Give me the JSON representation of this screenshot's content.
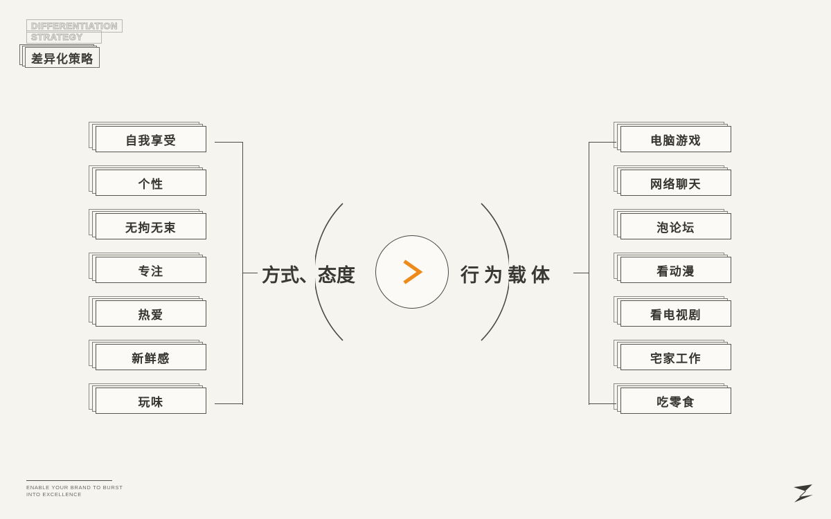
{
  "background_color": "#F5F4EF",
  "accent_color": "#EE8A1A",
  "line_color": "#4D4B47",
  "brand": {
    "en_line1": "DIFFERENTIATION",
    "en_line2": "STRATEGY",
    "cn": "差异化策略"
  },
  "center": {
    "left_label": "方式、态度",
    "right_label": "行为载体",
    "chevron_icon": "chevron-right-icon"
  },
  "left_column": {
    "items": [
      {
        "label": "自我享受"
      },
      {
        "label": "个性"
      },
      {
        "label": "无拘无束"
      },
      {
        "label": "专注"
      },
      {
        "label": "热爱"
      },
      {
        "label": "新鲜感"
      },
      {
        "label": "玩味"
      }
    ]
  },
  "right_column": {
    "items": [
      {
        "label": "电脑游戏"
      },
      {
        "label": "网络聊天"
      },
      {
        "label": "泡论坛"
      },
      {
        "label": "看动漫"
      },
      {
        "label": "看电视剧"
      },
      {
        "label": "宅家工作"
      },
      {
        "label": "吃零食"
      }
    ]
  },
  "footer": {
    "line1": "ENABLE YOUR BRAND TO BURST",
    "line2": "INTO EXCELLENCE",
    "logo_icon": "z-logo-mark"
  }
}
